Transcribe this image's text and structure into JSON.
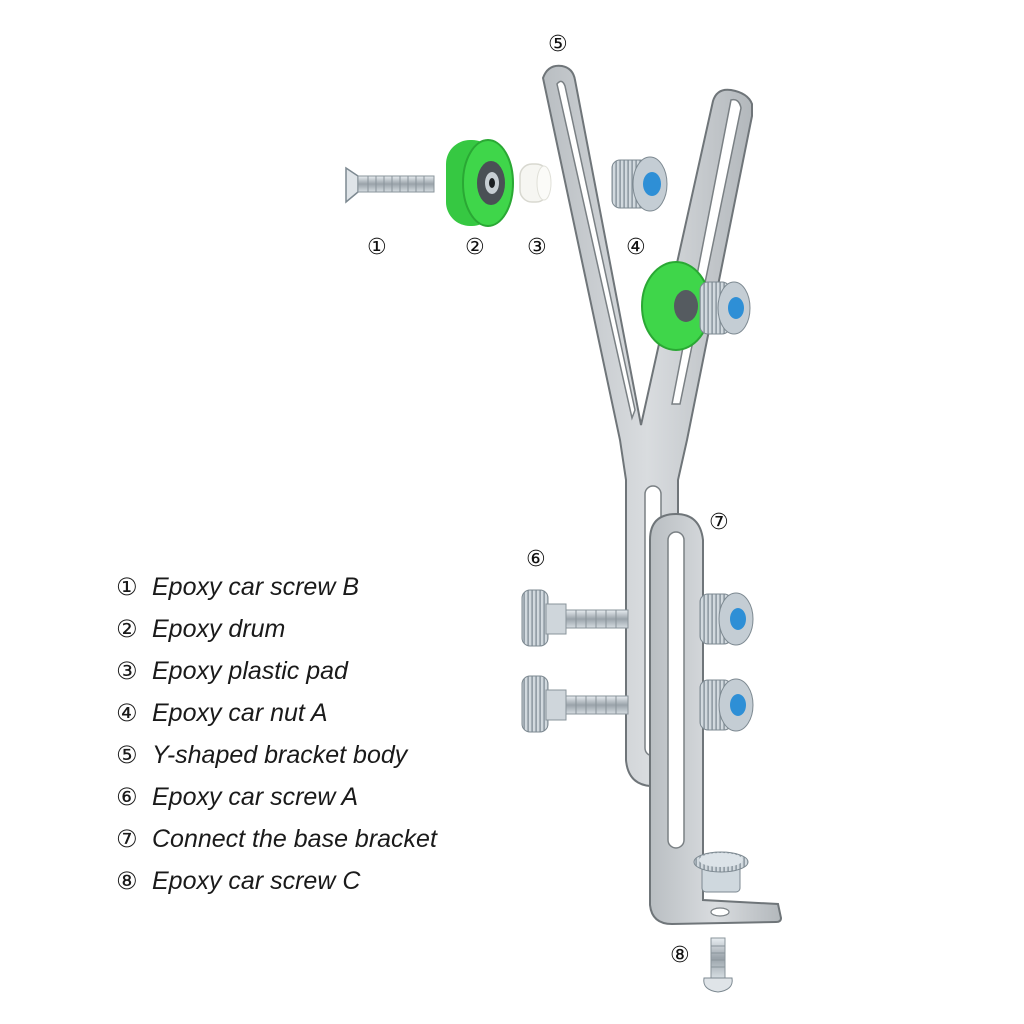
{
  "callouts": {
    "c1": "①",
    "c2": "②",
    "c3": "③",
    "c4": "④",
    "c5": "⑤",
    "c6": "⑥",
    "c7": "⑦",
    "c8": "⑧"
  },
  "legend": [
    {
      "num": "①",
      "label": "Epoxy car screw B"
    },
    {
      "num": "②",
      "label": "Epoxy drum"
    },
    {
      "num": "③",
      "label": "Epoxy plastic pad"
    },
    {
      "num": "④",
      "label": "Epoxy car nut A"
    },
    {
      "num": "⑤",
      "label": "Y-shaped bracket body"
    },
    {
      "num": "⑥",
      "label": "Epoxy car screw A"
    },
    {
      "num": "⑦",
      "label": "Connect the base bracket"
    },
    {
      "num": "⑧",
      "label": "Epoxy car screw C"
    }
  ],
  "colors": {
    "drum_green": "#3fd64a",
    "metal": "#c9cdd1",
    "metal_edge": "#6f7579",
    "knurl_silver": "#c4cdd4",
    "hex_blue": "#2e8fd6"
  }
}
